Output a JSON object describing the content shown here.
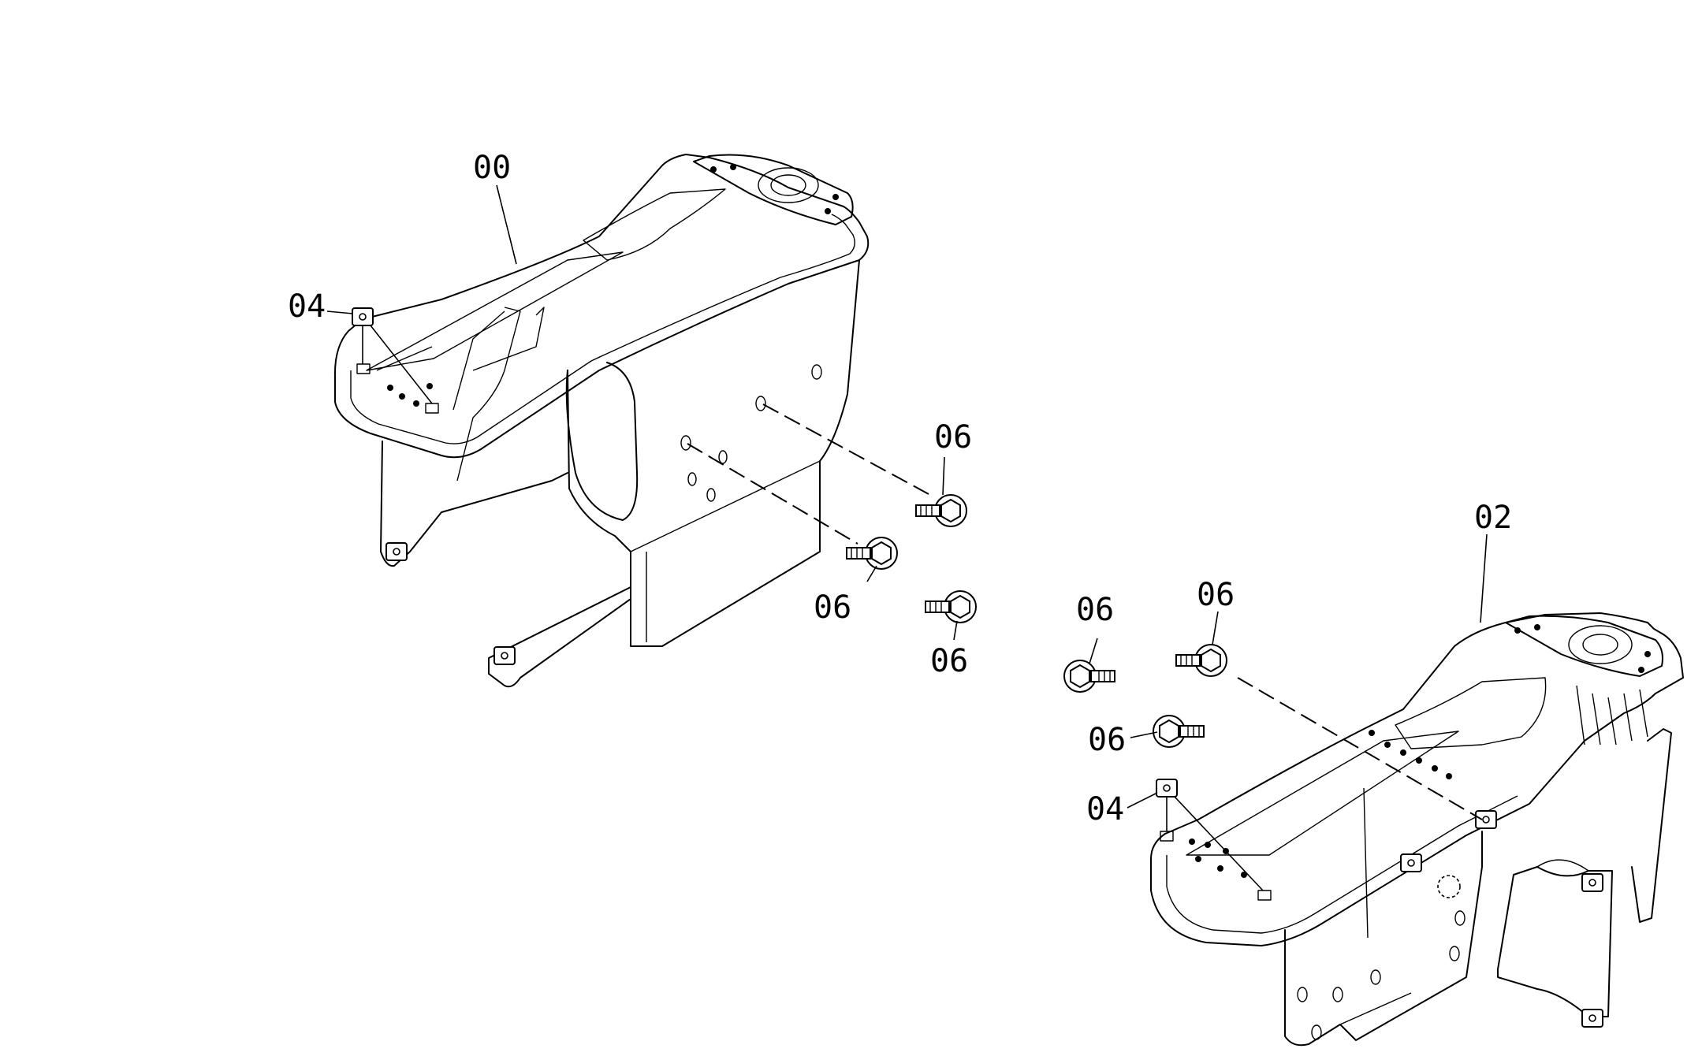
{
  "callouts": {
    "console_left": "00",
    "console_right": "02",
    "bracket_left": "04",
    "bracket_right": "04",
    "bolt_a": "06",
    "bolt_b": "06",
    "bolt_c": "06",
    "bolt_d": "06",
    "bolt_e": "06",
    "bolt_f": "06"
  },
  "icons": {
    "bolt": "hex-flange-bolt-icon",
    "clip": "clip-nut-icon"
  }
}
